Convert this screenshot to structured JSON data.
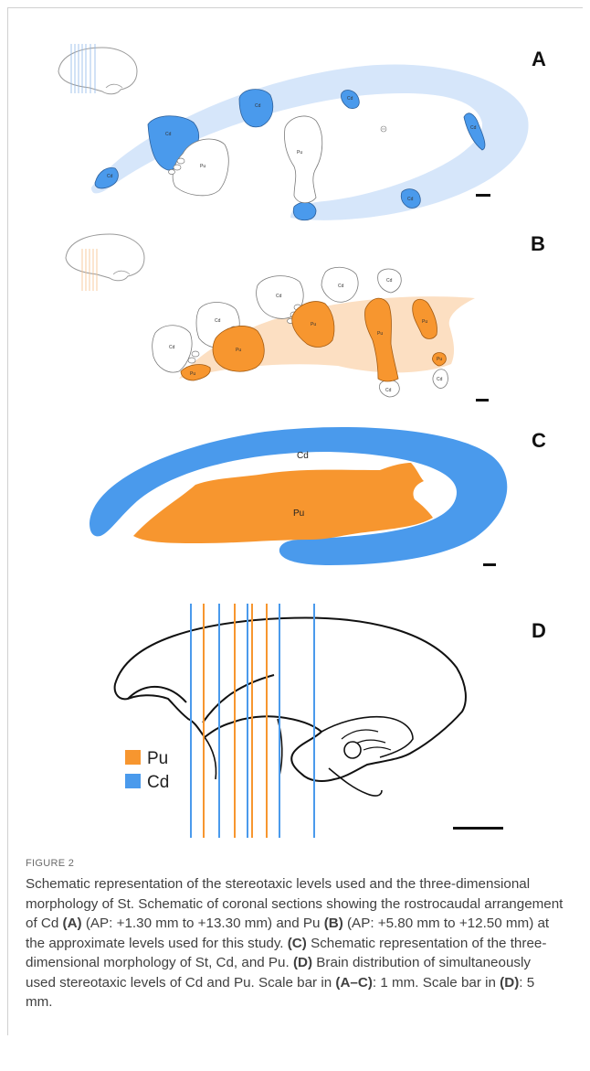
{
  "figure": {
    "panels": {
      "a": {
        "letter": "A",
        "labels": {
          "cd": "Cd",
          "pu": "Pu"
        }
      },
      "b": {
        "letter": "B",
        "labels": {
          "cd": "Cd",
          "pu": "Pu"
        }
      },
      "c": {
        "letter": "C",
        "labels": {
          "cd": "Cd",
          "pu": "Pu"
        }
      },
      "d": {
        "letter": "D",
        "legend": [
          {
            "label": "Pu",
            "color": "#F7962F"
          },
          {
            "label": "Cd",
            "color": "#4A9AEC"
          }
        ]
      }
    },
    "colors": {
      "cd": "#4A9AEC",
      "cd_light": "#D6E6FA",
      "pu": "#F7962F",
      "pu_light": "#FCDFC2"
    }
  },
  "caption": {
    "label": "FIGURE 2",
    "seg1": "Schematic representation of the stereotaxic levels used and the three-dimensional morphology of St. Schematic of coronal sections showing the rostrocaudal arrangement of Cd ",
    "b1": "(A)",
    "seg2": " (AP: +1.30 mm to +13.30 mm) and Pu ",
    "b2": "(B)",
    "seg3": " (AP: +5.80 mm to +12.50 mm) at the approximate levels used for this study. ",
    "b3": "(C)",
    "seg4": " Schematic representation of the three-dimensional morphology of St, Cd, and Pu. ",
    "b4": "(D)",
    "seg5": " Brain distribution of simultaneously used stereotaxic levels of Cd and Pu. Scale bar in ",
    "b5": "(A–C)",
    "seg6": ": 1 mm. Scale bar in ",
    "b6": "(D)",
    "seg7": ": 5 mm."
  }
}
